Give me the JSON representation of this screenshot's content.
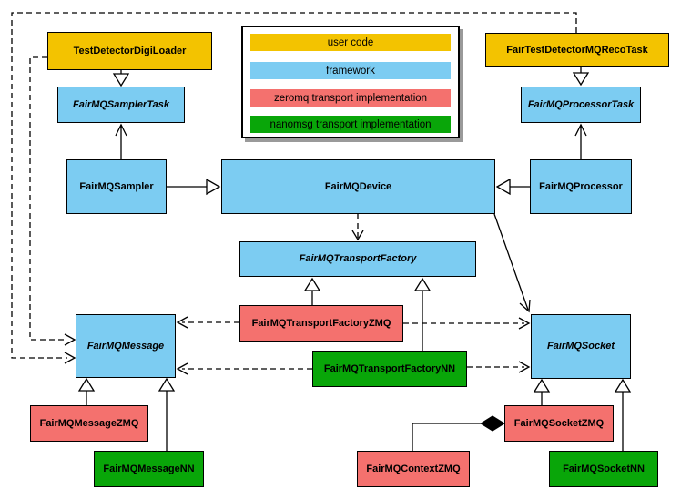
{
  "legend": {
    "items": [
      {
        "label": "user code",
        "color": "#F3C300"
      },
      {
        "label": "framework",
        "color": "#7CCCF2"
      },
      {
        "label": "zeromq transport implementation",
        "color": "#F4716E"
      },
      {
        "label": "nanomsg transport implementation",
        "color": "#09A609"
      }
    ]
  },
  "nodes": {
    "digiLoader": {
      "label": "TestDetectorDigiLoader",
      "category": "user code",
      "abstract": false
    },
    "recoTask": {
      "label": "FairTestDetectorMQRecoTask",
      "category": "user code",
      "abstract": false
    },
    "samplerTask": {
      "label": "FairMQSamplerTask",
      "category": "framework",
      "abstract": true
    },
    "processorTask": {
      "label": "FairMQProcessorTask",
      "category": "framework",
      "abstract": true
    },
    "sampler": {
      "label": "FairMQSampler",
      "category": "framework",
      "abstract": false
    },
    "device": {
      "label": "FairMQDevice",
      "category": "framework",
      "abstract": false
    },
    "processor": {
      "label": "FairMQProcessor",
      "category": "framework",
      "abstract": false
    },
    "transportFactory": {
      "label": "FairMQTransportFactory",
      "category": "framework",
      "abstract": true
    },
    "tfZMQ": {
      "label": "FairMQTransportFactoryZMQ",
      "category": "zeromq",
      "abstract": false
    },
    "tfNN": {
      "label": "FairMQTransportFactoryNN",
      "category": "nanomsg",
      "abstract": false
    },
    "message": {
      "label": "FairMQMessage",
      "category": "framework",
      "abstract": true
    },
    "socket": {
      "label": "FairMQSocket",
      "category": "framework",
      "abstract": true
    },
    "messageZMQ": {
      "label": "FairMQMessageZMQ",
      "category": "zeromq",
      "abstract": false
    },
    "messageNN": {
      "label": "FairMQMessageNN",
      "category": "nanomsg",
      "abstract": false
    },
    "socketZMQ": {
      "label": "FairMQSocketZMQ",
      "category": "zeromq",
      "abstract": false
    },
    "contextZMQ": {
      "label": "FairMQContextZMQ",
      "category": "zeromq",
      "abstract": false
    },
    "socketNN": {
      "label": "FairMQSocketNN",
      "category": "nanomsg",
      "abstract": false
    }
  },
  "edges": [
    {
      "from": "TestDetectorDigiLoader",
      "to": "FairMQSamplerTask",
      "type": "inheritance"
    },
    {
      "from": "FairTestDetectorMQRecoTask",
      "to": "FairMQProcessorTask",
      "type": "inheritance"
    },
    {
      "from": "FairMQSampler",
      "to": "FairMQDevice",
      "type": "inheritance"
    },
    {
      "from": "FairMQProcessor",
      "to": "FairMQDevice",
      "type": "inheritance"
    },
    {
      "from": "FairMQSampler",
      "to": "FairMQSamplerTask",
      "type": "association"
    },
    {
      "from": "FairMQProcessor",
      "to": "FairMQProcessorTask",
      "type": "association"
    },
    {
      "from": "FairMQDevice",
      "to": "FairMQTransportFactory",
      "type": "dependency"
    },
    {
      "from": "FairMQDevice",
      "to": "FairMQSocket",
      "type": "association"
    },
    {
      "from": "FairMQTransportFactoryZMQ",
      "to": "FairMQTransportFactory",
      "type": "inheritance"
    },
    {
      "from": "FairMQTransportFactoryNN",
      "to": "FairMQTransportFactory",
      "type": "inheritance"
    },
    {
      "from": "FairMQTransportFactoryZMQ",
      "to": "FairMQMessage",
      "type": "dependency"
    },
    {
      "from": "FairMQTransportFactoryZMQ",
      "to": "FairMQSocket",
      "type": "dependency"
    },
    {
      "from": "FairMQTransportFactoryNN",
      "to": "FairMQMessage",
      "type": "dependency"
    },
    {
      "from": "FairMQTransportFactoryNN",
      "to": "FairMQSocket",
      "type": "dependency"
    },
    {
      "from": "FairMQMessageZMQ",
      "to": "FairMQMessage",
      "type": "inheritance"
    },
    {
      "from": "FairMQMessageNN",
      "to": "FairMQMessage",
      "type": "inheritance"
    },
    {
      "from": "FairMQSocketZMQ",
      "to": "FairMQSocket",
      "type": "inheritance"
    },
    {
      "from": "FairMQSocketNN",
      "to": "FairMQSocket",
      "type": "inheritance"
    },
    {
      "from": "FairMQContextZMQ",
      "to": "FairMQSocketZMQ",
      "type": "composition"
    },
    {
      "from": "TestDetectorDigiLoader",
      "to": "FairMQMessage",
      "type": "dependency"
    },
    {
      "from": "FairTestDetectorMQRecoTask",
      "to": "FairMQMessage",
      "type": "dependency"
    }
  ],
  "colors": {
    "user_code": "#F3C300",
    "framework": "#7CCCF2",
    "zeromq": "#F4716E",
    "nanomsg": "#09A609",
    "line": "#000000",
    "legend_shadow": "#9a9a9a"
  }
}
